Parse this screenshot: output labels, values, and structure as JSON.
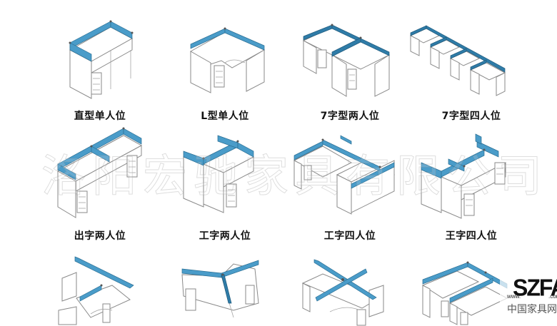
{
  "watermark": "洛阳宏驰家具有限公司",
  "logo": {
    "brand": "SZFA",
    "prefix": "www.",
    "suffix": ".com",
    "cn_name": "中国家具网"
  },
  "colors": {
    "panel_blue": "#4a9cc9",
    "panel_dark": "#2f7ca8",
    "outline": "#8a8a8a",
    "label_text": "#111111"
  },
  "grid": {
    "rows": [
      [
        {
          "label": "直型单人位",
          "type": "straight-single"
        },
        {
          "label": "L型单人位",
          "type": "l-single"
        },
        {
          "label": "7字型两人位",
          "type": "seven-double"
        },
        {
          "label": "7字型四人位",
          "type": "seven-quad"
        }
      ],
      [
        {
          "label": "出字两人位",
          "type": "chu-double"
        },
        {
          "label": "工字两人位",
          "type": "gong-double"
        },
        {
          "label": "工字四人位",
          "type": "gong-quad"
        },
        {
          "label": "王字四人位",
          "type": "wang-quad"
        }
      ],
      [
        {
          "label": "",
          "type": "cross-l-quad"
        },
        {
          "label": "",
          "type": "y-triple"
        },
        {
          "label": "",
          "type": "cross-quad"
        },
        {
          "label": "",
          "type": "cross-multi"
        }
      ]
    ]
  }
}
